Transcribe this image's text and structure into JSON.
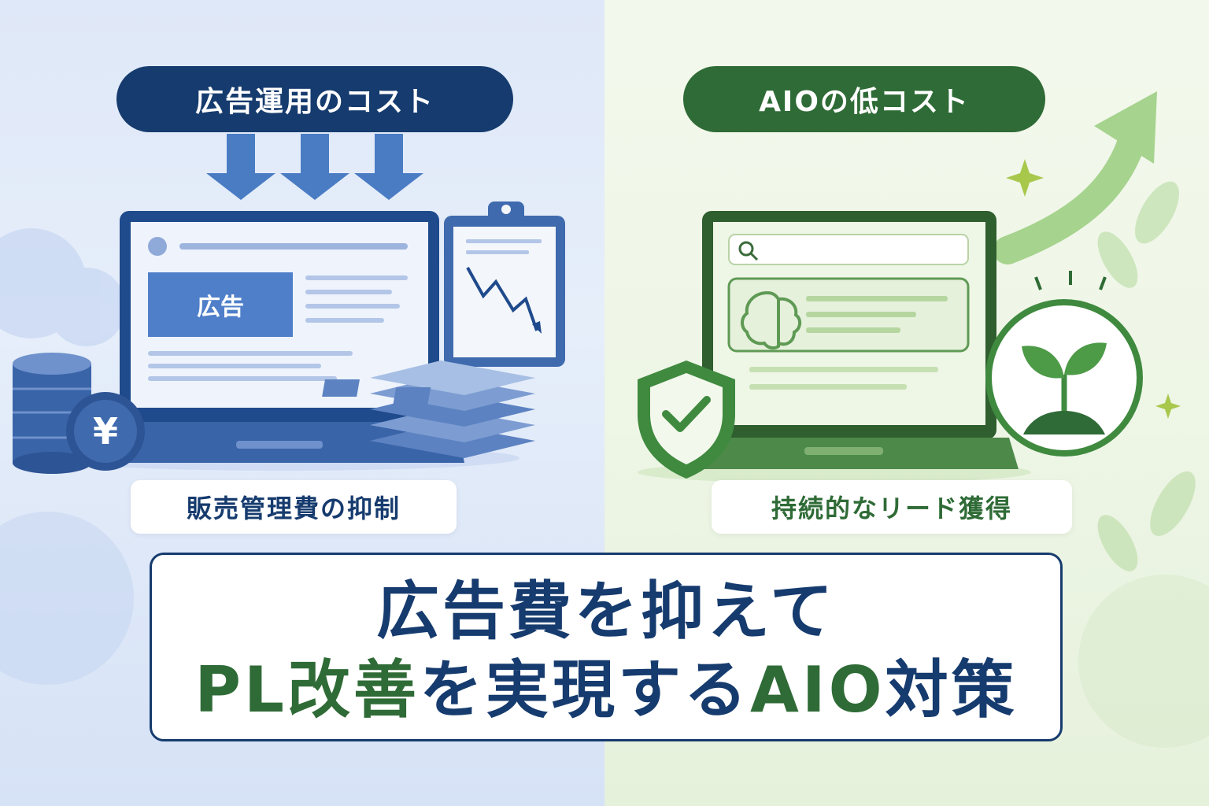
{
  "left_panel": {
    "title": "広告運用のコスト",
    "ad_label": "広告",
    "currency_symbol": "¥",
    "caption": "販売管理費の抑制"
  },
  "right_panel": {
    "title": "AIOの低コスト",
    "caption": "持続的なリード獲得"
  },
  "headline": {
    "line1": "広告費を抑えて",
    "line2_part1": "PL改善",
    "line2_part2": "を実現する",
    "line2_part3": "AIO",
    "line2_part4": "対策"
  },
  "colors": {
    "navy": "#163b6e",
    "green": "#2f6b36",
    "ad_blue": "#4f7fc9"
  }
}
